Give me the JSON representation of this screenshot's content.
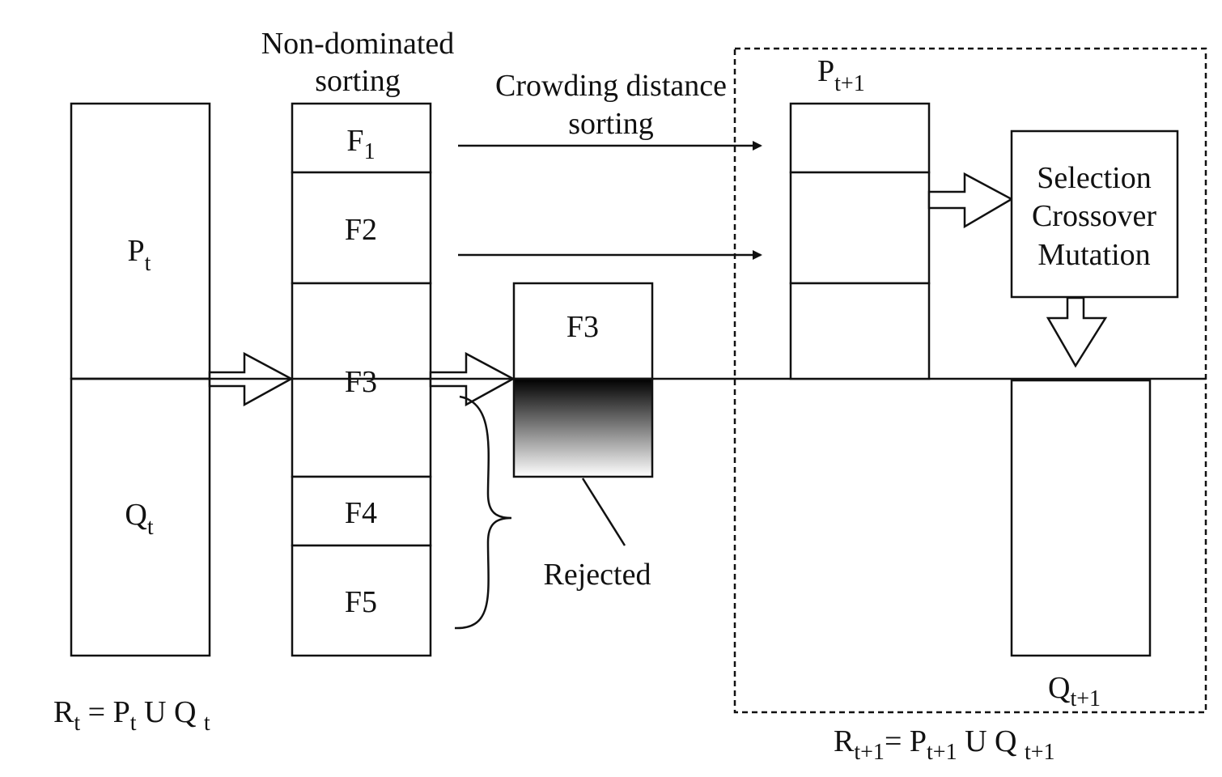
{
  "labels": {
    "non_dominated_line1": "Non-dominated",
    "non_dominated_line2": "sorting",
    "crowding_line1": "Crowding distance",
    "crowding_line2": "sorting",
    "pt": "P",
    "pt_sub": "t",
    "qt": "Q",
    "qt_sub": "t",
    "f1": "F",
    "f1_sub": "1",
    "f2": "F2",
    "f3": "F3",
    "f4": "F4",
    "f5": "F5",
    "f3_split": "F3",
    "rejected": "Rejected",
    "pt1": "P",
    "pt1_sub": "t+1",
    "genetic_ops": [
      "Selection",
      "Crossover",
      "Mutation"
    ],
    "qt1": "Q",
    "qt1_sub": "t+1",
    "rt_eq": {
      "r": "R",
      "r_sub": "t",
      "eq": " = P",
      "p_sub": "t",
      "union": " U Q ",
      "q_sub": "t"
    },
    "rt1_eq": {
      "r": "R",
      "r_sub": "t+1",
      "eq": "= P",
      "p_sub": "t+1",
      "union": " U Q ",
      "q_sub": "t+1"
    }
  },
  "colors": {
    "stroke": "#111111",
    "reject_gradient_top": "#000000",
    "reject_gradient_bottom": "#ffffff"
  }
}
